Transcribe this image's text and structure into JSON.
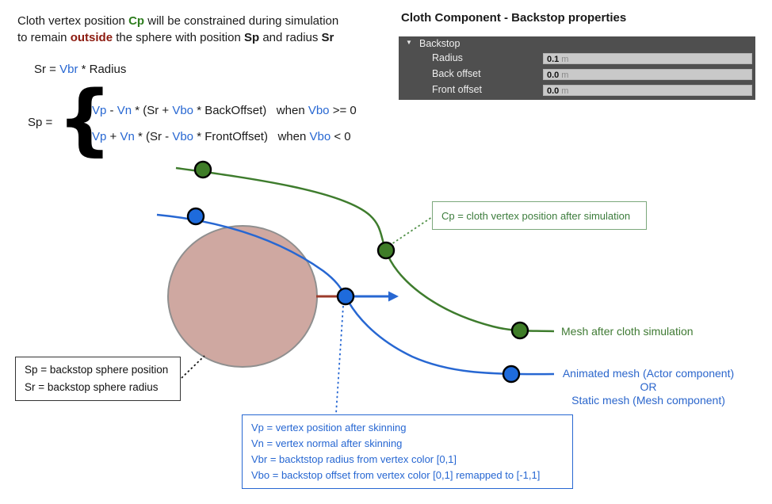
{
  "intro": {
    "l1a": "Cloth vertex position ",
    "l1b": "Cp",
    "l1c": " will be constrained during simulation",
    "l2a": "to remain ",
    "l2b": "outside",
    "l2c": " the sphere with position ",
    "l2d": "Sp",
    "l2e": " and radius ",
    "l2f": "Sr"
  },
  "formulas": {
    "sr": {
      "a": "Sr = ",
      "b": "Vbr",
      "c": " * Radius"
    },
    "sp_lhs": "Sp =",
    "brace": "{",
    "case1": {
      "p1": "Vp",
      "p2": " - ",
      "p3": "Vn",
      "p4": " * (Sr + ",
      "p5": "Vbo",
      "p6": " * BackOffset)",
      "p7": "   when ",
      "p8": "Vbo",
      "p9": " >= 0"
    },
    "case2": {
      "p1": "Vp",
      "p2": " + ",
      "p3": "Vn",
      "p4": " * (Sr - ",
      "p5": "Vbo",
      "p6": " * FrontOffset)",
      "p7": "   when ",
      "p8": "Vbo",
      "p9": " < 0"
    }
  },
  "panel": {
    "title": "Cloth Component - Backstop properties",
    "collapse_icon": "▼",
    "section": "Backstop",
    "rows": [
      {
        "label": "Radius",
        "value": "0.1",
        "unit": "m"
      },
      {
        "label": "Back offset",
        "value": "0.0",
        "unit": "m"
      },
      {
        "label": "Front offset",
        "value": "0.0",
        "unit": "m"
      }
    ]
  },
  "callouts": {
    "cp_box": "Cp = cloth vertex position after simulation",
    "spsr_line1": "Sp = backstop sphere position",
    "spsr_line2": "Sr = backstop sphere radius",
    "vars_box": [
      "Vp = vertex position after skinning",
      "Vn = vertex normal after skinning",
      "Vbr = backtstop radius from vertex color [0,1]",
      "Vbo = backstop offset from vertex color [0,1] remapped to [-1,1]"
    ],
    "mesh_green": "Mesh after cloth simulation",
    "mesh_blue_line1": "Animated mesh (Actor component)",
    "mesh_blue_or": "OR",
    "mesh_blue_line2": "Static mesh (Mesh component)"
  },
  "colors": {
    "green_keyword": "#2e7d1e",
    "green_curve": "#3e7c2d",
    "green_dot_fill": "#3f7d28",
    "blue": "#2767d2",
    "blue_dot_fill": "#1e6bdc",
    "dark_red_keyword": "#8c1a0f",
    "brick_red_line": "#9c3b2b",
    "sphere_fill": "#cfa8a1",
    "sphere_stroke": "#8f8f8f",
    "panel_bg": "#4f4f4f",
    "input_bg": "#c9c9c9"
  }
}
